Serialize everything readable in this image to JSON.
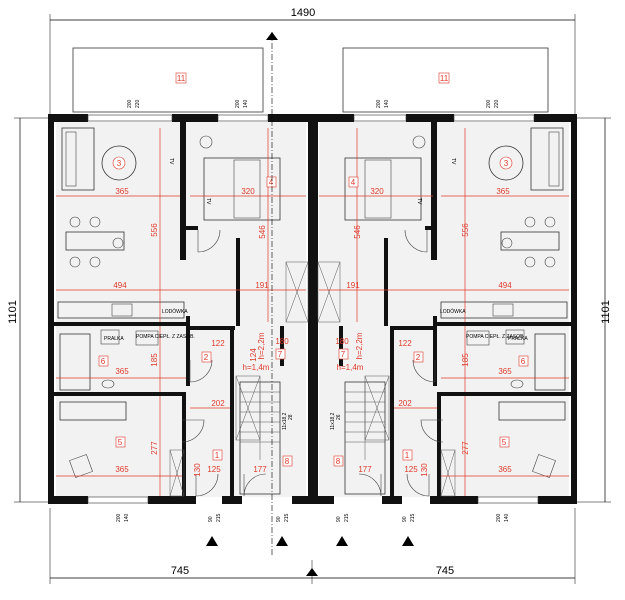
{
  "overall": {
    "width": "1490",
    "depth": "1101",
    "half_left": "745",
    "half_right": "745"
  },
  "windows": {
    "top_room3": [
      "200",
      "220"
    ],
    "top_room4": [
      "200",
      "140"
    ],
    "bottom_room5": [
      "200",
      "140"
    ],
    "door": [
      "90",
      "215"
    ]
  },
  "room_dims": {
    "living_w": "365",
    "living_h": "556",
    "bed4_w": "320",
    "bed4_h": "546",
    "living_full": "494",
    "hall": "191",
    "small_122": "122",
    "stair_180": "180",
    "h22": "h=2,2m",
    "h14": "h=1,4m",
    "bath_h": "185",
    "bath_w": "365",
    "room5_h": "277",
    "room5_w": "365",
    "hall_202": "202",
    "n124": "124",
    "n130": "130",
    "n125": "125",
    "n177": "177",
    "stair_left": "11x18,2",
    "stair_left2": "28",
    "stair_right": "11x18,2",
    "stair_right2": "26"
  },
  "room_numbers": {
    "n1": "1",
    "n2": "2",
    "n3": "3",
    "n4": "4",
    "n5": "5",
    "n6": "6",
    "n7": "7",
    "n8": "8",
    "n11": "11"
  },
  "labels": {
    "pralka": "PRALKA",
    "lodowka": "LODÓWKA",
    "pompa": "POMPA\nCIEPŁ. Z\nZASOB.",
    "tv": "TV"
  },
  "colors": {
    "dimension_red": "#e03a2a",
    "wall": "#111111",
    "floor": "#f2f2f2"
  }
}
